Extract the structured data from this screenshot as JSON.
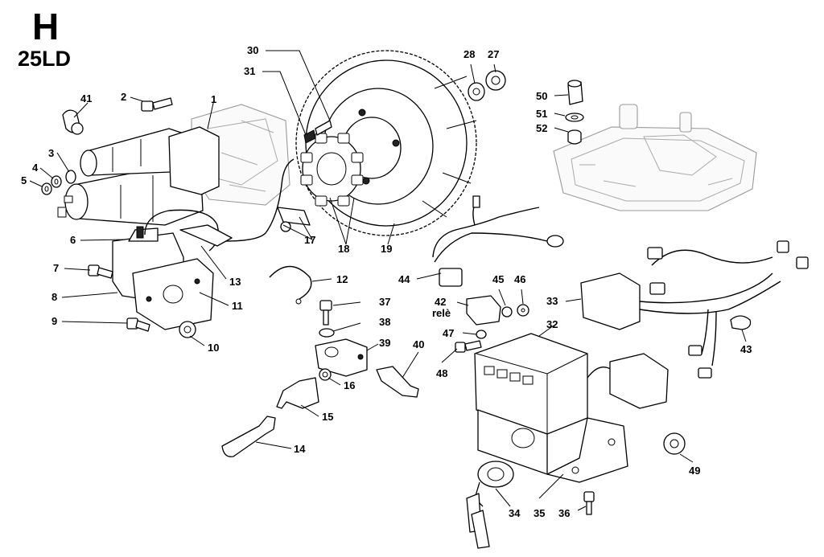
{
  "header": {
    "section_letter": "H",
    "model_code": "25LD"
  },
  "callouts": {
    "c1": "1",
    "c2": "2",
    "c3": "3",
    "c4": "4",
    "c5": "5",
    "c6": "6",
    "c7": "7",
    "c8": "8",
    "c9": "9",
    "c10": "10",
    "c11": "11",
    "c12": "12",
    "c13": "13",
    "c14": "14",
    "c15": "15",
    "c16": "16",
    "c17": "17",
    "c18": "18",
    "c19": "19",
    "c27": "27",
    "c28": "28",
    "c30": "30",
    "c31": "31",
    "c32": "32",
    "c33": "33",
    "c34": "34",
    "c35": "35",
    "c36": "36",
    "c37": "37",
    "c38": "38",
    "c39": "39",
    "c40": "40",
    "c41": "41",
    "c42": "42",
    "c43": "43",
    "c44": "44",
    "c45": "45",
    "c46": "46",
    "c47": "47",
    "c48": "48",
    "c49": "49",
    "c50": "50",
    "c51": "51",
    "c52": "52",
    "rele": "relè"
  }
}
